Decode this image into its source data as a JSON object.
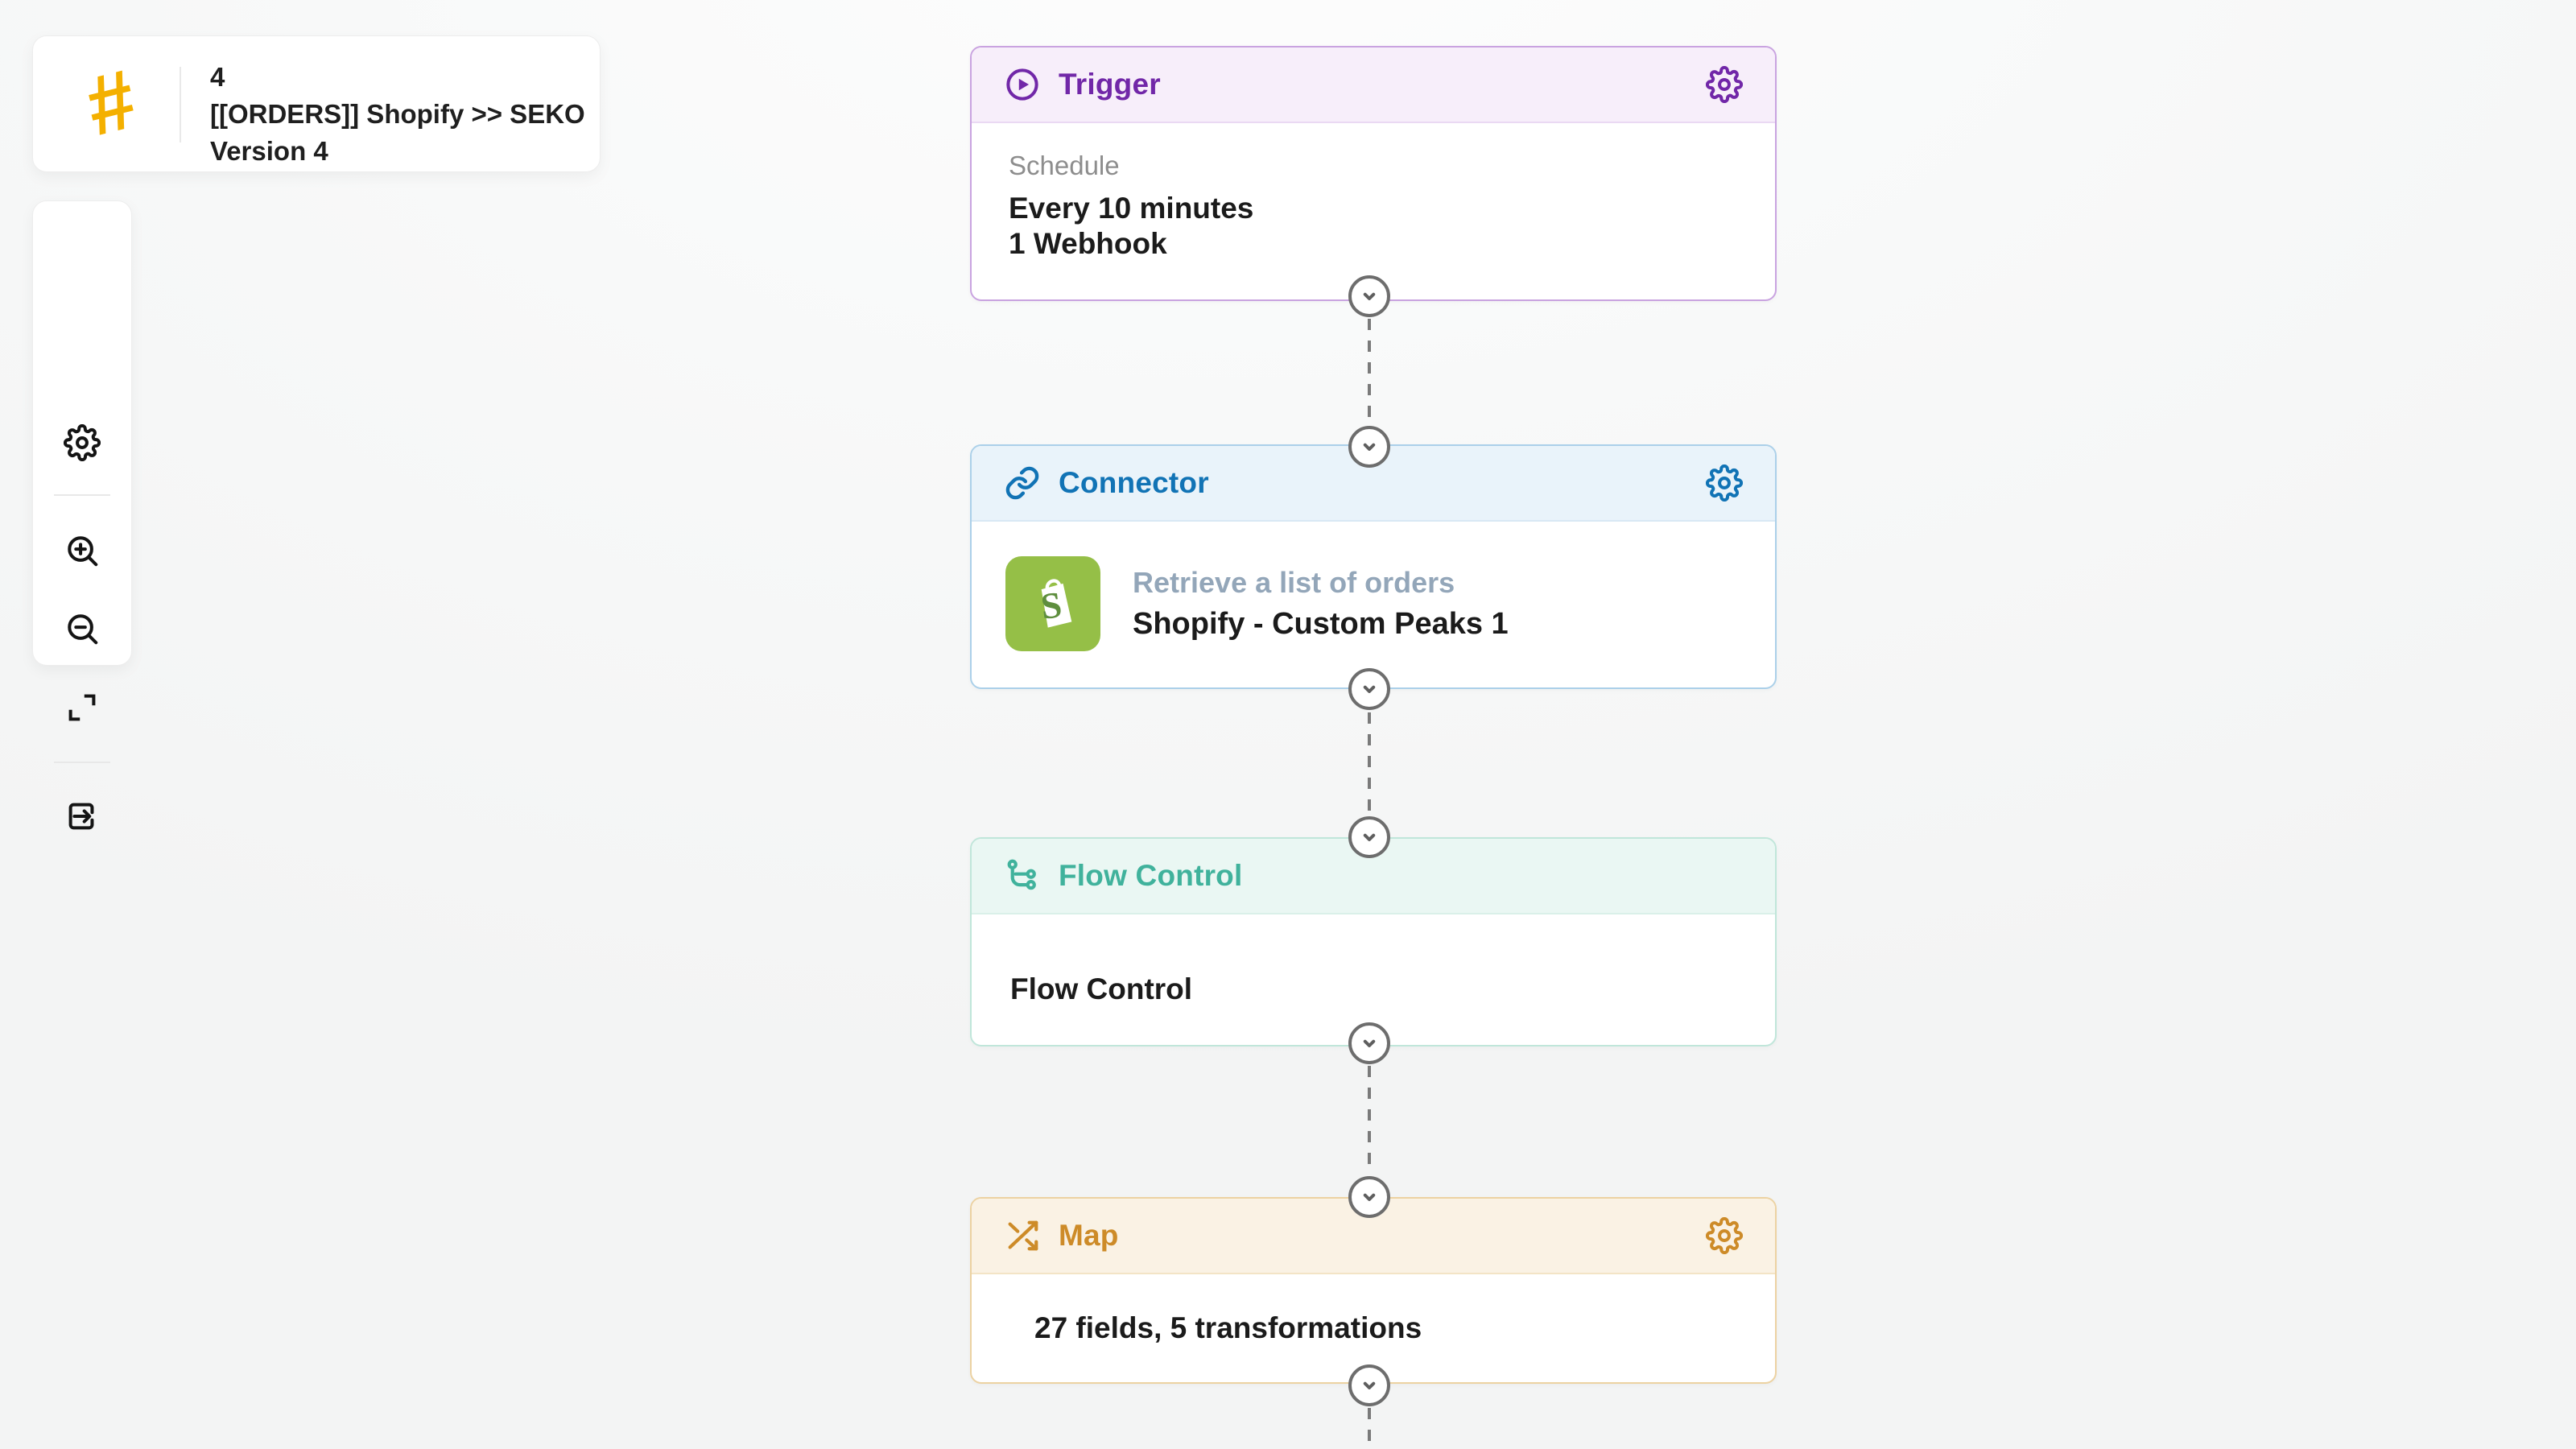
{
  "flow_card": {
    "number": "4",
    "name": "[[ORDERS]] Shopify >> SEKO",
    "version": "Version 4",
    "logo_color": "#f4b000",
    "logo_glyph": "#"
  },
  "toolbar": {
    "buttons": [
      {
        "name": "settings",
        "icon": "gear-icon"
      },
      {
        "name": "zoom-in",
        "icon": "zoom-in-icon"
      },
      {
        "name": "zoom-out",
        "icon": "zoom-out-icon"
      },
      {
        "name": "fit-view",
        "icon": "expand-icon"
      },
      {
        "name": "exit",
        "icon": "exit-icon"
      }
    ]
  },
  "nodes": [
    {
      "type": "Trigger",
      "icon": "play-circle-icon",
      "accent": "#7127a8",
      "header_bg": "#f7eefa",
      "border": "#c9a3e0",
      "divider": "#ead9f3",
      "has_settings": true,
      "subtitle": "Schedule",
      "line1": "Every 10 minutes",
      "line2": "1 Webhook"
    },
    {
      "type": "Connector",
      "icon": "link-icon",
      "accent": "#1173b5",
      "header_bg": "#e9f3fa",
      "border": "#abd0e9",
      "divider": "#d8e8f4",
      "has_settings": true,
      "app_icon": "shopify-icon",
      "app_icon_bg": "#95bf47",
      "app_icon_letter": "S",
      "subtitle": "Retrieve a list of orders",
      "title": "Shopify - Custom Peaks 1"
    },
    {
      "type": "Flow Control",
      "icon": "branch-icon",
      "accent": "#40b29c",
      "header_bg": "#eaf7f3",
      "border": "#c0e6da",
      "divider": "#daf0e9",
      "has_settings": false,
      "title": "Flow Control"
    },
    {
      "type": "Map",
      "icon": "shuffle-icon",
      "accent": "#cd8b28",
      "header_bg": "#faf2e4",
      "border": "#ecd2a2",
      "divider": "#f3e4c6",
      "has_settings": true,
      "title": "27 fields, 5 transformations"
    }
  ],
  "connector_dots": {
    "glyph": "chevron-down",
    "count": 7
  }
}
